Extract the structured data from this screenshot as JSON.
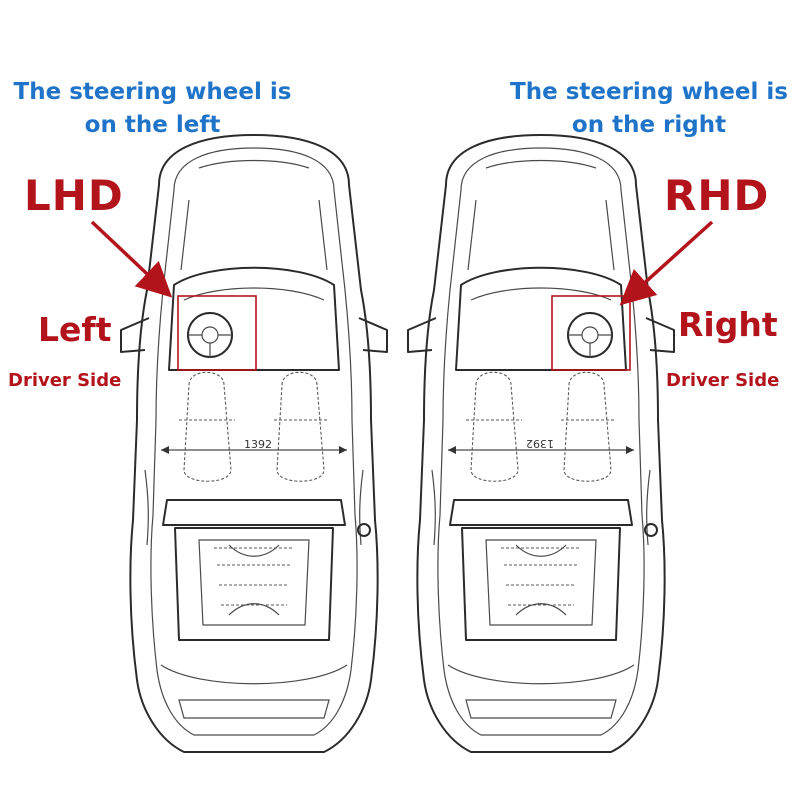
{
  "left_panel": {
    "caption_line1": "The steering wheel is",
    "caption_line2": "on the left",
    "code": "LHD",
    "side": "Left",
    "sub": "Driver Side",
    "dimension": "1392"
  },
  "right_panel": {
    "caption_line1": "The steering wheel is",
    "caption_line2": "on the right",
    "code": "RHD",
    "side": "Right",
    "sub": "Driver Side",
    "dimension": "1392"
  },
  "colors": {
    "caption_blue": "#1f74c9",
    "label_red": "#b3141c",
    "line_dark": "#2b2b2b"
  }
}
